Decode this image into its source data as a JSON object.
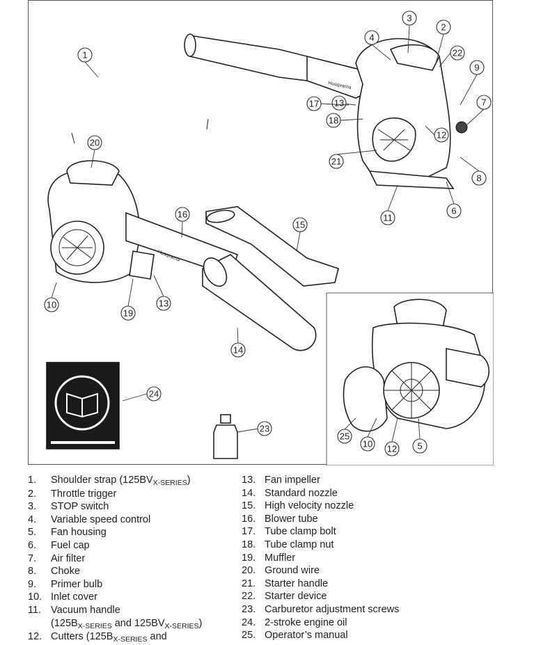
{
  "diagram": {
    "brand_text": "Husqvarna",
    "callouts": [
      "1",
      "2",
      "3",
      "4",
      "5",
      "6",
      "7",
      "8",
      "9",
      "10",
      "11",
      "12",
      "13",
      "14",
      "15",
      "16",
      "17",
      "18",
      "19",
      "20",
      "21",
      "22",
      "23",
      "24",
      "25",
      "10",
      "12",
      "13",
      "5"
    ]
  },
  "parts": {
    "left": [
      {
        "num": "1.",
        "label": "Shoulder strap (125BV",
        "sub": "X-SERIES",
        "tail": ")"
      },
      {
        "num": "2.",
        "label": "Throttle trigger"
      },
      {
        "num": "3.",
        "label": "STOP switch"
      },
      {
        "num": "4.",
        "label": "Variable speed control"
      },
      {
        "num": "5.",
        "label": "Fan housing"
      },
      {
        "num": "6.",
        "label": "Fuel cap"
      },
      {
        "num": "7.",
        "label": "Air filter"
      },
      {
        "num": "8.",
        "label": "Choke"
      },
      {
        "num": "9.",
        "label": "Primer bulb"
      },
      {
        "num": "10.",
        "label": "Inlet cover"
      },
      {
        "num": "11.",
        "label": "Vacuum handle"
      }
    ],
    "left_cont_11": {
      "a": "(125B",
      "a_sub": "X-SERIES",
      "b": " and 125BV",
      "b_sub": "X-SERIES",
      "c": ")"
    },
    "left_12": {
      "num": "12.",
      "label": "Cutters (125B",
      "sub": "X-SERIES",
      "tail": " and"
    },
    "right": [
      {
        "num": "13.",
        "label": "Fan impeller"
      },
      {
        "num": "14.",
        "label": "Standard nozzle"
      },
      {
        "num": "15.",
        "label": "High velocity nozzle"
      },
      {
        "num": "16.",
        "label": "Blower tube"
      },
      {
        "num": "17.",
        "label": "Tube clamp bolt"
      },
      {
        "num": "18.",
        "label": "Tube clamp nut"
      },
      {
        "num": "19.",
        "label": "Muffler"
      },
      {
        "num": "20.",
        "label": "Ground wire"
      },
      {
        "num": "21.",
        "label": "Starter handle"
      },
      {
        "num": "22.",
        "label": "Starter device"
      },
      {
        "num": "23.",
        "label": "Carburetor adjustment screws"
      },
      {
        "num": "24.",
        "label": "2-stroke engine oil"
      },
      {
        "num": "25.",
        "label": "Operator’s manual"
      }
    ]
  }
}
